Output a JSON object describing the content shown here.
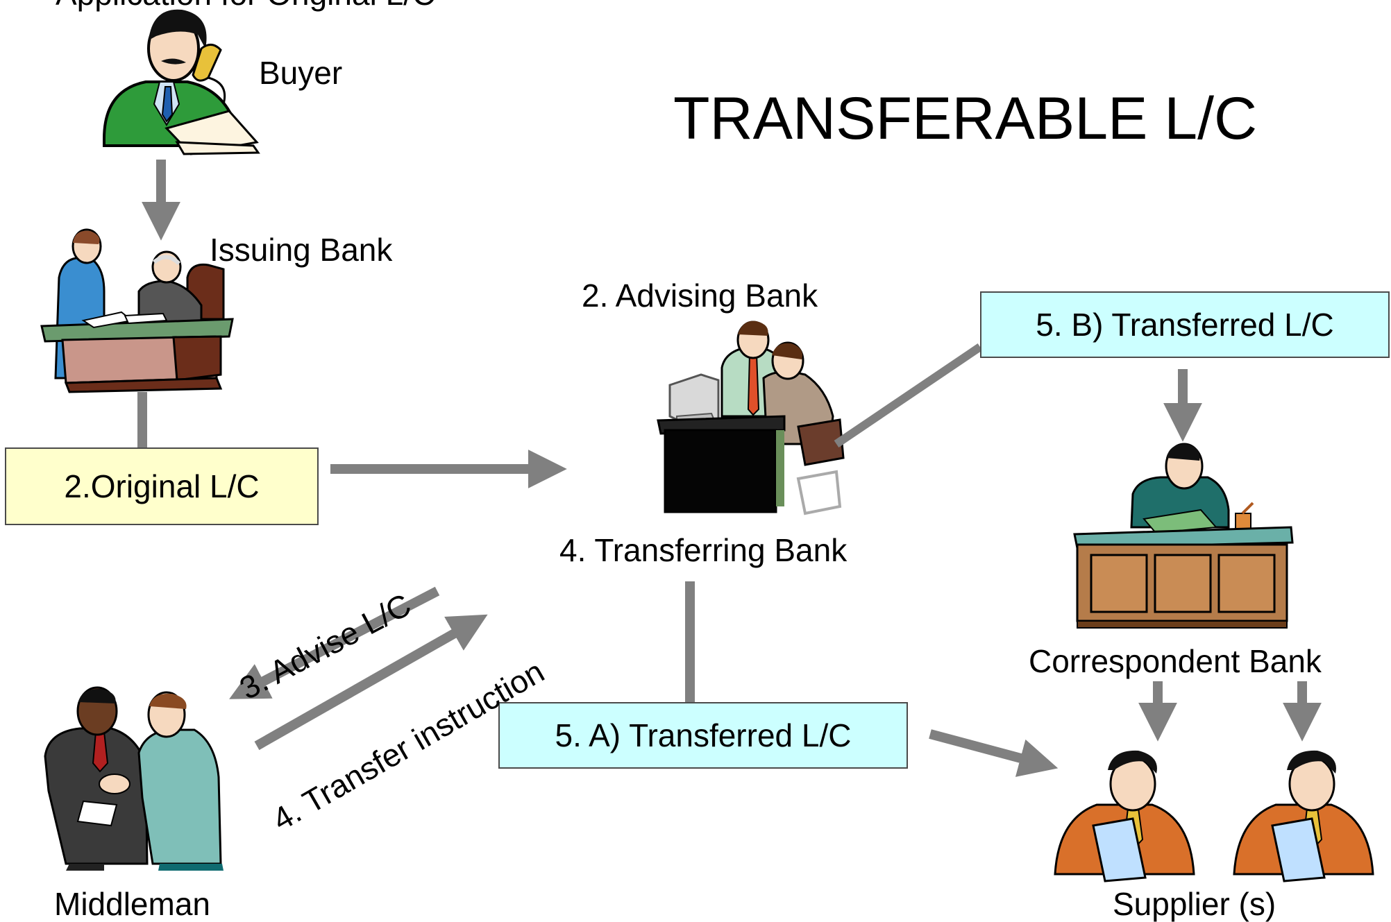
{
  "diagram": {
    "title": "TRANSFERABLE L/C",
    "top_cut_text": "Application for Original L/C",
    "nodes": {
      "buyer": "Buyer",
      "issuing_bank": "Issuing Bank",
      "advising_bank": "2. Advising Bank",
      "transferring_bank": "4. Transferring Bank",
      "middleman": "Middleman",
      "correspondent_bank": "Correspondent Bank",
      "suppliers": "Supplier (s)"
    },
    "boxes": {
      "original_lc": "2.Original L/C",
      "transferred_lc_a": "5. A) Transferred L/C",
      "transferred_lc_b": "5. B) Transferred L/C"
    },
    "edges": {
      "advise_lc": "3. Advise L/C",
      "transfer_instruction": "4. Transfer instruction"
    },
    "colors": {
      "arrow": "#808080",
      "original_box_fill": "#ffffcc",
      "transferred_box_fill": "#ccffff",
      "box_border": "#4a4a4a"
    }
  }
}
